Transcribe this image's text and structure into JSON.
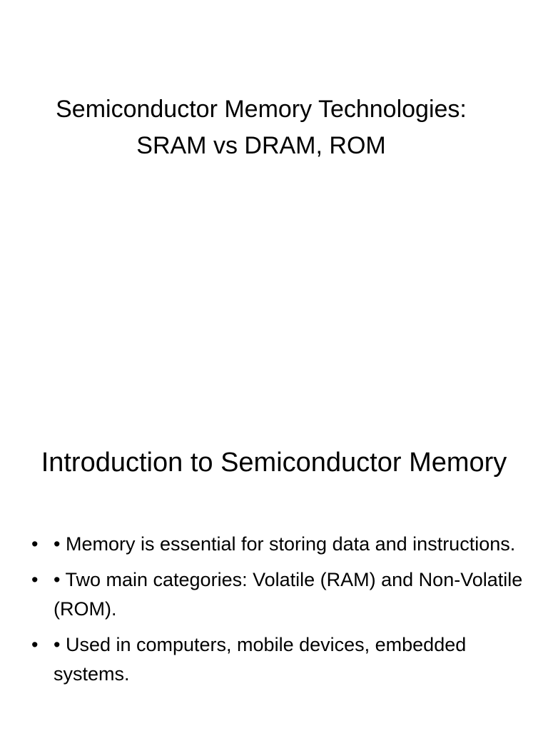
{
  "slides": [
    {
      "title": "Semiconductor Memory Technologies: SRAM vs DRAM, ROM"
    },
    {
      "title": "Introduction to Semiconductor Memory",
      "bullet_marker": "•",
      "bullets": [
        "• Memory is essential for storing data and instructions.",
        "• Two main categories: Volatile (RAM) and Non-Volatile (ROM).",
        "• Used in computers, mobile devices, embedded systems."
      ]
    }
  ]
}
